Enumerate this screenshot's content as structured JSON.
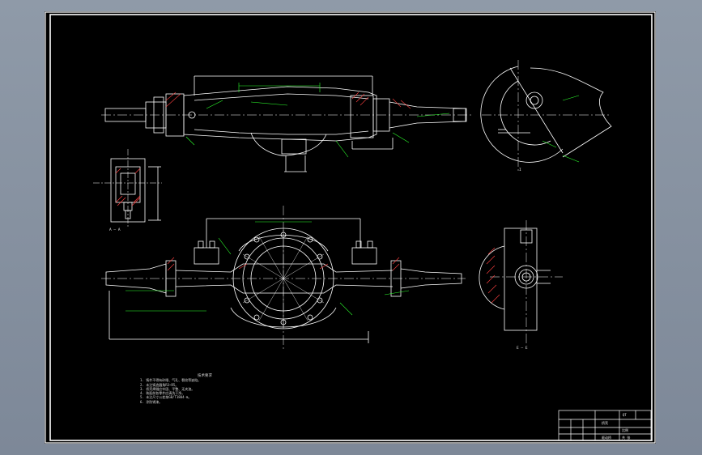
{
  "drawing": {
    "colors": {
      "background": "#000000",
      "frame": "#ffffff",
      "geometry": "#ffffff",
      "dimensions": "#2cff2c",
      "centerline": "#ffffff",
      "hatch": "#ff4040",
      "viewport_chrome": "#8f9aa8"
    },
    "section_labels": {
      "left_detail": "A — A",
      "right_lower": "E — E",
      "right_upper": "I"
    },
    "notes": {
      "title": "技术要求",
      "lines": [
        "1. 铸件不得有砂眼、气孔、裂纹等缺陷。",
        "2. 未注铸造圆角R3~R5。",
        "3. 桥壳焊缝应牢固、平整、无夹渣。",
        "4. 装配前各零件应清洗干净。",
        "5. 未注尺寸公差按GB/T1804-m。",
        "6. 涂防锈漆。"
      ]
    },
    "title_block": {
      "drawing_name": "桥壳",
      "material": "QT",
      "scale_label": "比例",
      "sheet_label": "共 张",
      "school": "驱动桥"
    }
  }
}
